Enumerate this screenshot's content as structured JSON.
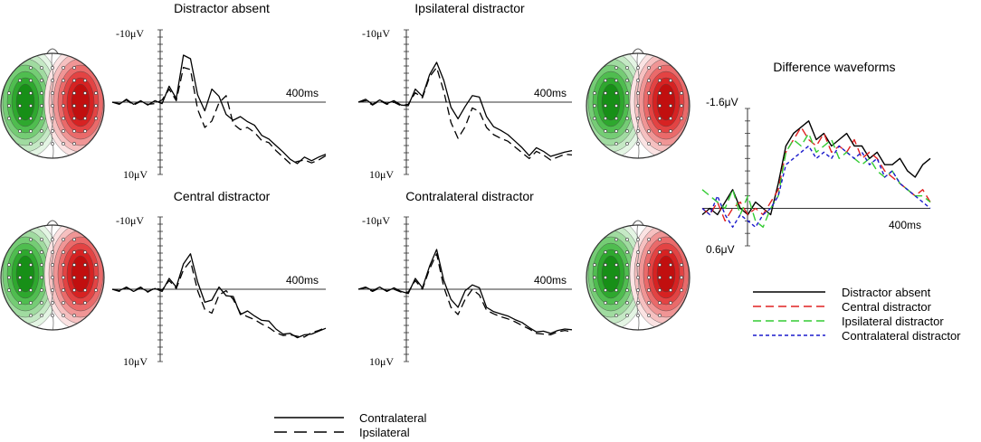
{
  "figure": {
    "legend": {
      "solid": "Contralateral",
      "dashed": "Ipsilateral"
    }
  },
  "chart_data": [
    {
      "type": "line",
      "title": "Distractor absent",
      "time_label": "400ms",
      "y_top_label": "-10μV",
      "y_bottom_label": "10μV",
      "ylim": [
        -10,
        10
      ],
      "x_range_ms": [
        -100,
        500
      ],
      "series": [
        {
          "name": "Contralateral",
          "x": [
            -100,
            -80,
            -60,
            -40,
            -20,
            0,
            20,
            40,
            60,
            80,
            100,
            120,
            140,
            160,
            180,
            200,
            220,
            240,
            260,
            280,
            300,
            320,
            340,
            360,
            380,
            400,
            420,
            440,
            460,
            480,
            500
          ],
          "y": [
            0,
            0.3,
            -0.4,
            0.3,
            -0.2,
            0.4,
            -0.2,
            0.2,
            -2.2,
            -0.5,
            -6.5,
            -6.0,
            -1.0,
            1.2,
            -1.8,
            -0.8,
            1.7,
            2.5,
            2.0,
            2.7,
            3.2,
            4.6,
            5.1,
            6.0,
            6.9,
            7.9,
            8.5,
            7.6,
            8.1,
            7.6,
            7.2
          ]
        },
        {
          "name": "Ipsilateral",
          "x": [
            -100,
            -80,
            -60,
            -40,
            -20,
            0,
            20,
            40,
            60,
            80,
            100,
            120,
            140,
            160,
            180,
            200,
            220,
            240,
            260,
            280,
            300,
            320,
            340,
            360,
            380,
            400,
            420,
            440,
            460,
            480,
            500
          ],
          "y": [
            0,
            0.2,
            -0.3,
            0.4,
            -0.1,
            0.3,
            0.2,
            -0.3,
            -1.8,
            -0.2,
            -4.8,
            -4.5,
            1.0,
            3.5,
            2.6,
            0.1,
            -0.9,
            3.0,
            3.8,
            3.5,
            4.2,
            5.3,
            5.6,
            6.7,
            7.6,
            8.5,
            8.2,
            8.0,
            8.4,
            8.0,
            7.4
          ]
        }
      ]
    },
    {
      "type": "line",
      "title": "Ipsilateral distractor",
      "time_label": "400ms",
      "y_top_label": "-10μV",
      "y_bottom_label": "10μV",
      "ylim": [
        -10,
        10
      ],
      "x_range_ms": [
        -100,
        500
      ],
      "series": [
        {
          "name": "Contralateral",
          "x": [
            -100,
            -80,
            -60,
            -40,
            -20,
            0,
            20,
            40,
            60,
            80,
            100,
            120,
            140,
            160,
            180,
            200,
            220,
            240,
            260,
            280,
            300,
            320,
            340,
            360,
            380,
            400,
            420,
            440,
            460,
            480,
            500
          ],
          "y": [
            0,
            -0.4,
            0.3,
            -0.3,
            0.2,
            -0.2,
            0.4,
            0.5,
            -1.8,
            -0.8,
            -3.8,
            -5.5,
            -3.0,
            0.7,
            2.3,
            0.6,
            -0.9,
            -0.7,
            2.0,
            3.4,
            3.9,
            4.5,
            5.4,
            6.3,
            7.4,
            6.3,
            6.8,
            7.5,
            7.2,
            6.9,
            6.7
          ]
        },
        {
          "name": "Ipsilateral",
          "x": [
            -100,
            -80,
            -60,
            -40,
            -20,
            0,
            20,
            40,
            60,
            80,
            100,
            120,
            140,
            160,
            180,
            200,
            220,
            240,
            260,
            280,
            300,
            320,
            340,
            360,
            380,
            400,
            420,
            440,
            460,
            480,
            500
          ],
          "y": [
            0,
            -0.2,
            0.4,
            -0.2,
            0.3,
            0.0,
            0.5,
            0.3,
            -1.3,
            -0.6,
            -3.5,
            -4.8,
            -1.5,
            2.8,
            5.0,
            3.4,
            0.8,
            1.3,
            3.5,
            4.5,
            5.0,
            5.4,
            6.2,
            7.0,
            7.8,
            6.8,
            7.3,
            8.0,
            7.6,
            7.2,
            7.3
          ]
        }
      ]
    },
    {
      "type": "line",
      "title": "Central distractor",
      "time_label": "400ms",
      "y_top_label": "-10μV",
      "y_bottom_label": "10μV",
      "ylim": [
        -10,
        10
      ],
      "x_range_ms": [
        -100,
        500
      ],
      "series": [
        {
          "name": "Contralateral",
          "x": [
            -100,
            -80,
            -60,
            -40,
            -20,
            0,
            20,
            40,
            60,
            80,
            100,
            120,
            140,
            160,
            180,
            200,
            220,
            240,
            260,
            280,
            300,
            320,
            340,
            360,
            380,
            400,
            420,
            440,
            460,
            480,
            500
          ],
          "y": [
            0,
            0.2,
            -0.3,
            0.3,
            -0.2,
            0.3,
            -0.1,
            0.3,
            -1.5,
            -0.3,
            -3.5,
            -4.9,
            -1.0,
            1.8,
            1.5,
            -0.3,
            0.9,
            1.0,
            3.5,
            3.0,
            3.7,
            4.3,
            4.4,
            5.5,
            6.2,
            6.1,
            6.7,
            6.3,
            6.2,
            5.8,
            5.4
          ]
        },
        {
          "name": "Ipsilateral",
          "x": [
            -100,
            -80,
            -60,
            -40,
            -20,
            0,
            20,
            40,
            60,
            80,
            100,
            120,
            140,
            160,
            180,
            200,
            220,
            240,
            260,
            280,
            300,
            320,
            340,
            360,
            380,
            400,
            420,
            440,
            460,
            480,
            500
          ],
          "y": [
            0,
            0.3,
            -0.2,
            0.2,
            -0.3,
            0.4,
            -0.2,
            0.1,
            -1.2,
            -0.1,
            -2.7,
            -3.9,
            0.2,
            2.8,
            3.3,
            0.8,
            0.2,
            1.4,
            3.3,
            3.8,
            4.2,
            4.8,
            5.3,
            6.0,
            6.4,
            6.3,
            6.5,
            6.6,
            6.0,
            5.7,
            5.3
          ]
        }
      ]
    },
    {
      "type": "line",
      "title": "Contralateral distractor",
      "time_label": "400ms",
      "y_top_label": "-10μV",
      "y_bottom_label": "10μV",
      "ylim": [
        -10,
        10
      ],
      "x_range_ms": [
        -100,
        500
      ],
      "series": [
        {
          "name": "Contralateral",
          "x": [
            -100,
            -80,
            -60,
            -40,
            -20,
            0,
            20,
            40,
            60,
            80,
            100,
            120,
            140,
            160,
            180,
            200,
            220,
            240,
            260,
            280,
            300,
            320,
            340,
            360,
            380,
            400,
            420,
            440,
            460,
            480,
            500
          ],
          "y": [
            0,
            -0.3,
            0.2,
            -0.3,
            0.3,
            -0.2,
            0.3,
            0.6,
            -1.5,
            -0.2,
            -3.2,
            -5.5,
            -1.2,
            1.4,
            2.5,
            0.2,
            -0.6,
            -0.2,
            2.5,
            3.1,
            3.4,
            3.7,
            4.2,
            4.6,
            5.3,
            5.9,
            5.8,
            6.1,
            5.7,
            5.5,
            5.6
          ]
        },
        {
          "name": "Ipsilateral",
          "x": [
            -100,
            -80,
            -60,
            -40,
            -20,
            0,
            20,
            40,
            60,
            80,
            100,
            120,
            140,
            160,
            180,
            200,
            220,
            240,
            260,
            280,
            300,
            320,
            340,
            360,
            380,
            400,
            420,
            440,
            460,
            480,
            500
          ],
          "y": [
            0,
            -0.2,
            0.3,
            -0.2,
            0.2,
            0.0,
            0.4,
            0.4,
            -1.2,
            0.0,
            -2.8,
            -4.9,
            -0.3,
            2.5,
            3.5,
            1.4,
            0.0,
            0.8,
            2.9,
            3.4,
            3.8,
            4.1,
            4.5,
            5.0,
            5.5,
            6.1,
            6.2,
            6.3,
            5.9,
            5.7,
            5.9
          ]
        }
      ]
    },
    {
      "type": "line",
      "title": "Difference waveforms",
      "time_label": "400ms",
      "y_top_label": "-1.6μV",
      "y_bottom_label": "0.6μV",
      "ylim": [
        -1.6,
        0.6
      ],
      "x_range_ms": [
        -100,
        500
      ],
      "series": [
        {
          "name": "Distractor absent",
          "color": "#000000",
          "dash": "",
          "x": [
            -100,
            -80,
            -60,
            -40,
            -20,
            0,
            20,
            40,
            60,
            80,
            100,
            120,
            140,
            160,
            180,
            200,
            220,
            240,
            260,
            280,
            300,
            320,
            340,
            360,
            380,
            400,
            420,
            440,
            460,
            480,
            500
          ],
          "y": [
            0.1,
            0.0,
            0.1,
            -0.1,
            -0.3,
            0.0,
            0.1,
            -0.1,
            0.0,
            0.1,
            -0.4,
            -1.0,
            -1.2,
            -1.3,
            -1.4,
            -1.1,
            -1.2,
            -1.0,
            -1.1,
            -1.2,
            -1.0,
            -1.0,
            -0.8,
            -0.9,
            -0.7,
            -0.7,
            -0.8,
            -0.6,
            -0.5,
            -0.7,
            -0.8
          ]
        },
        {
          "name": "Central distractor",
          "color": "#e02020",
          "dash": "9,5",
          "x": [
            -100,
            -80,
            -60,
            -40,
            -20,
            0,
            20,
            40,
            60,
            80,
            100,
            120,
            140,
            160,
            180,
            200,
            220,
            240,
            260,
            280,
            300,
            320,
            340,
            360,
            380,
            400,
            420,
            440,
            460,
            480,
            500
          ],
          "y": [
            0.0,
            0.1,
            -0.1,
            0.2,
            0.0,
            -0.1,
            0.1,
            0.0,
            0.1,
            -0.1,
            -0.3,
            -0.9,
            -1.1,
            -1.3,
            -1.1,
            -1.0,
            -1.2,
            -0.9,
            -1.0,
            -0.9,
            -1.1,
            -0.8,
            -0.9,
            -0.8,
            -0.6,
            -0.5,
            -0.4,
            -0.3,
            -0.2,
            -0.3,
            -0.1
          ]
        },
        {
          "name": "Ipsilateral distractor",
          "color": "#33cc33",
          "dash": "9,5",
          "x": [
            -100,
            -80,
            -60,
            -40,
            -20,
            0,
            20,
            40,
            60,
            80,
            100,
            120,
            140,
            160,
            180,
            200,
            220,
            240,
            260,
            280,
            300,
            320,
            340,
            360,
            380,
            400,
            420,
            440,
            460,
            480,
            500
          ],
          "y": [
            -0.3,
            -0.2,
            -0.1,
            0.0,
            -0.3,
            0.1,
            -0.2,
            0.2,
            0.3,
            0.0,
            -0.2,
            -0.9,
            -1.1,
            -1.0,
            -1.2,
            -0.9,
            -1.0,
            -1.1,
            -0.8,
            -0.9,
            -0.8,
            -0.7,
            -0.8,
            -0.6,
            -0.5,
            -0.6,
            -0.4,
            -0.3,
            -0.2,
            -0.2,
            -0.1
          ]
        },
        {
          "name": "Contralateral distractor",
          "color": "#1a1acc",
          "dash": "4,3",
          "x": [
            -100,
            -80,
            -60,
            -40,
            -20,
            0,
            20,
            40,
            60,
            80,
            100,
            120,
            140,
            160,
            180,
            200,
            220,
            240,
            260,
            280,
            300,
            320,
            340,
            360,
            380,
            400,
            420,
            440,
            460,
            480,
            500
          ],
          "y": [
            0.0,
            0.1,
            -0.2,
            0.1,
            0.3,
            0.1,
            0.2,
            0.3,
            0.1,
            0.0,
            -0.2,
            -0.7,
            -0.8,
            -0.9,
            -1.0,
            -0.8,
            -0.9,
            -0.8,
            -1.0,
            -0.9,
            -0.8,
            -0.9,
            -0.7,
            -0.8,
            -0.5,
            -0.6,
            -0.4,
            -0.3,
            -0.2,
            -0.1,
            0.0
          ]
        }
      ]
    }
  ]
}
